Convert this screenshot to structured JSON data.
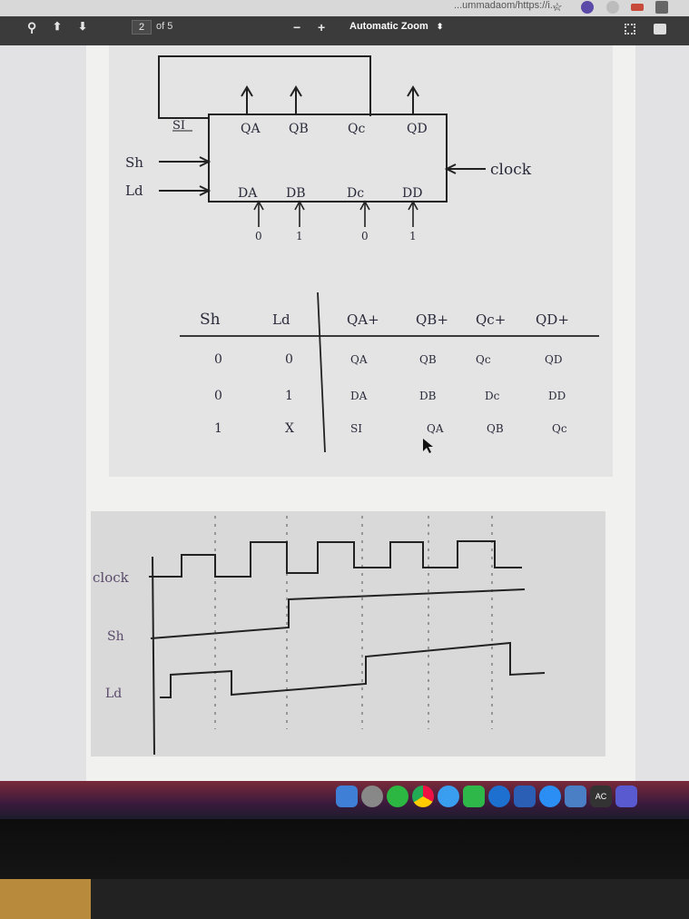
{
  "browser": {
    "url_fragment": "...ummadaom/https://i...",
    "star_glyph": "☆"
  },
  "toolbar": {
    "find_glyph": "⚲",
    "prev_glyph": "⬆",
    "next_glyph": "⬇",
    "page_number": "2",
    "page_count": "of 5",
    "zoom_out": "−",
    "zoom_in": "+",
    "zoom_value": "Automatic Zoom",
    "zoom_caret": "⬍"
  },
  "diagram": {
    "serial_in": "SI",
    "outputs": [
      "QA",
      "QB",
      "Qc",
      "QD"
    ],
    "inputs": [
      "DA",
      "DB",
      "Dc",
      "DD"
    ],
    "input_values": [
      "0",
      "1",
      "0",
      "1"
    ],
    "shift_label": "Sh",
    "load_label": "Ld",
    "clock_label": "clock"
  },
  "truth_table": {
    "headers": [
      "Sh",
      "Ld",
      "QA+",
      "QB+",
      "Qc+",
      "QD+"
    ],
    "rows": [
      [
        "0",
        "0",
        "QA",
        "QB",
        "Qc",
        "QD"
      ],
      [
        "0",
        "1",
        "DA",
        "DB",
        "Dc",
        "DD"
      ],
      [
        "1",
        "X",
        "SI",
        "QA",
        "QB",
        "Qc"
      ]
    ]
  },
  "timing": {
    "signals": [
      "clock",
      "Sh",
      "Ld"
    ]
  },
  "dock": {
    "ac_badge": "AC"
  }
}
